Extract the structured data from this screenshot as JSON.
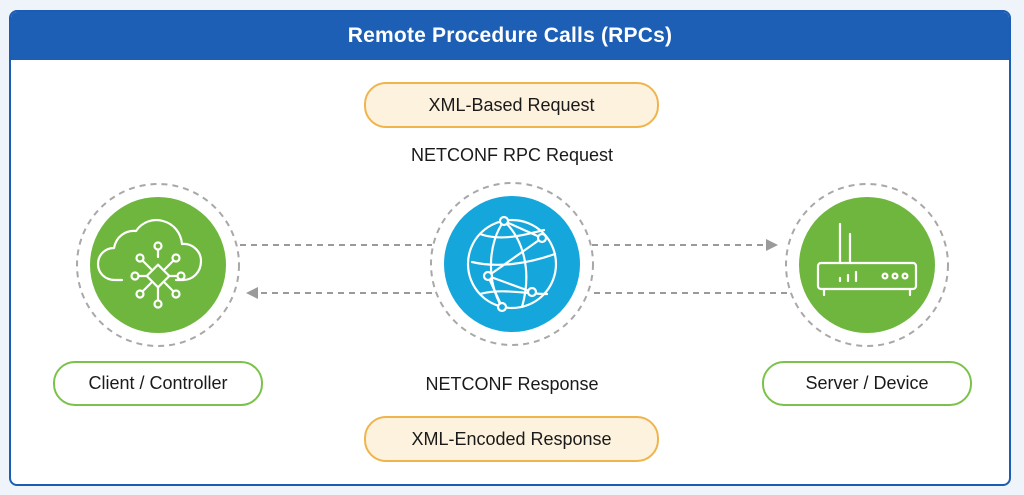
{
  "title": "Remote Procedure Calls (RPCs)",
  "request": {
    "pill": "XML-Based Request",
    "label": "NETCONF RPC Request"
  },
  "response": {
    "label": "NETCONF Response",
    "pill": "XML-Encoded Response"
  },
  "client": {
    "label": "Client / Controller",
    "icon": "cloud-network-icon"
  },
  "server": {
    "label": "Server / Device",
    "icon": "router-icon"
  },
  "center": {
    "icon": "globe-network-icon"
  },
  "colors": {
    "header": "#1e5fb6",
    "green": "#6fb63f",
    "blue": "#15a6dc",
    "orange_border": "#f0b44c",
    "orange_fill": "#fdf2de"
  }
}
